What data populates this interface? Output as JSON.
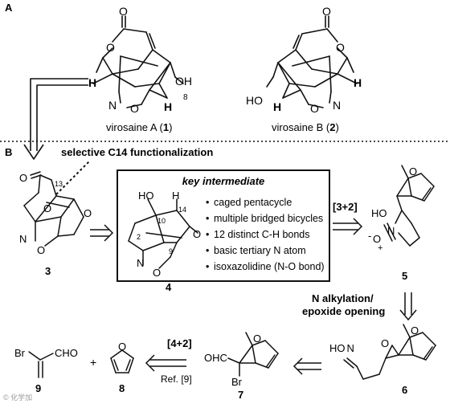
{
  "panels": {
    "a_label": "A",
    "b_label": "B"
  },
  "panel_a": {
    "compound_1_name": "virosaine A (",
    "compound_1_number": "1",
    "compound_1_close": ")",
    "compound_2_name": "virosaine B (",
    "compound_2_number": "2",
    "compound_2_close": ")",
    "atom_labels": {
      "o": "O",
      "oh": "OH",
      "ho": "HO",
      "h": "H",
      "n": "N",
      "eight": "8"
    }
  },
  "panel_b": {
    "selective_label": "selective C14 functionalization",
    "key_intermediate_title": "key intermediate",
    "key_features": [
      "caged pentacycle",
      "multiple bridged bicycles",
      "12 distinct C-H bonds",
      "basic tertiary N atom",
      "isoxazolidine (N-O bond)"
    ],
    "bullet": "•",
    "reaction_3_2": "[3+2]",
    "reaction_4_2": "[4+2]",
    "reference": "Ref. [9]",
    "n_alkylation_line1": "N alkylation/",
    "n_alkylation_line2": "epoxide opening",
    "compound_numbers": {
      "c3": "3",
      "c4": "4",
      "c5": "5",
      "c6": "6",
      "c7": "7",
      "c8": "8",
      "c9": "9"
    },
    "atom_labels": {
      "c13": "13",
      "c14": "14",
      "c10": "10",
      "c2": "2",
      "c9": "9",
      "ho": "HO",
      "h": "H",
      "o": "O",
      "n": "N",
      "minus_o": "O",
      "minus": "-",
      "plus": "+",
      "cho": "CHO",
      "ohc": "OHC",
      "br": "Br",
      "hon": "HO",
      "n6": "N"
    }
  },
  "watermark": "© 化学加"
}
